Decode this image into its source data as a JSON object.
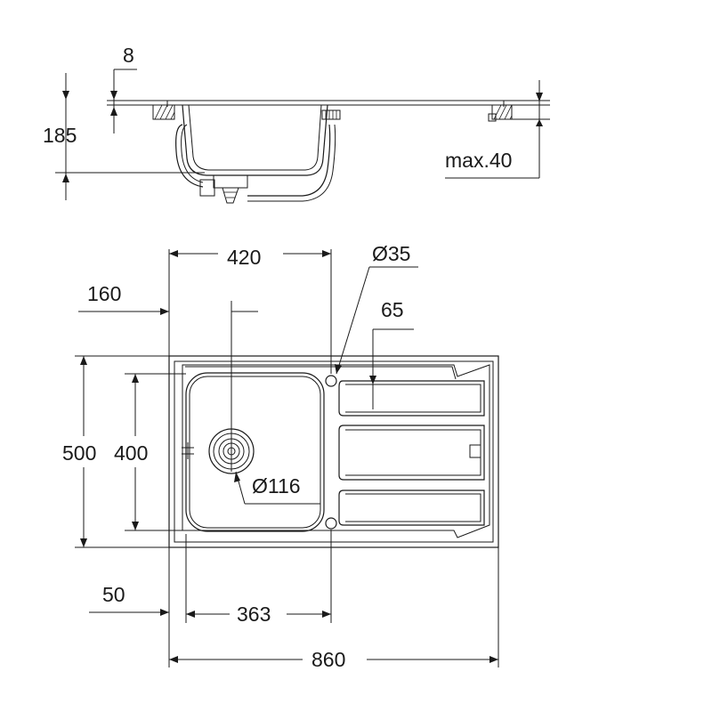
{
  "side_view": {
    "dims": {
      "edge_thickness": "8",
      "depth": "185",
      "max_worktop": "max.40"
    }
  },
  "top_view": {
    "dims": {
      "bowl_width": "420",
      "tap_hole": "Ø35",
      "left_offset": "160",
      "drainer_offset": "65",
      "total_depth": "500",
      "bowl_depth": "400",
      "waste": "Ø116",
      "edge_offset": "50",
      "drain_center": "363",
      "total_width": "860"
    }
  }
}
